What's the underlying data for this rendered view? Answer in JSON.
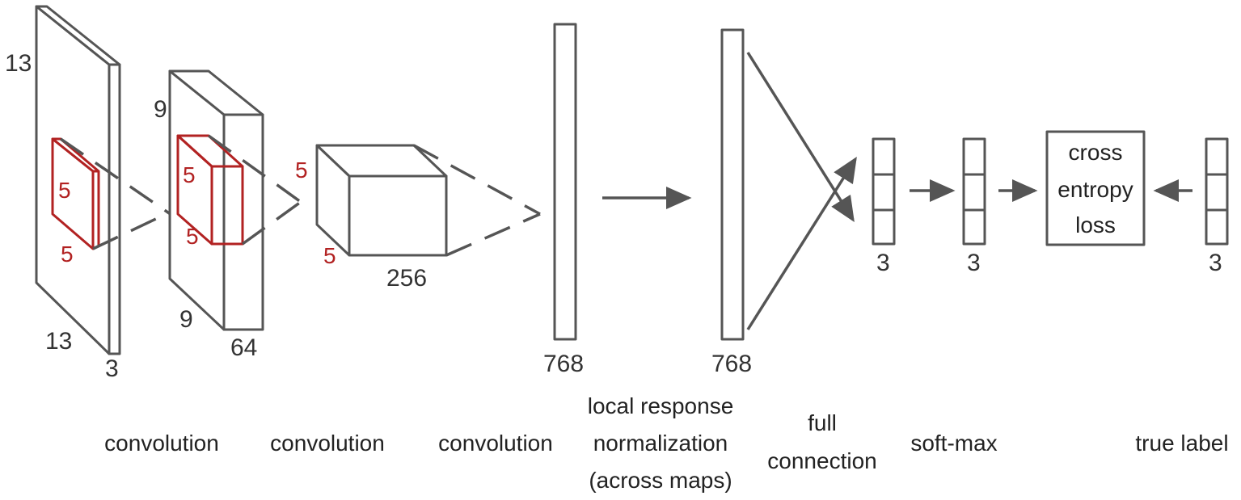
{
  "colors": {
    "stroke": "#555555",
    "kernel": "#b22222",
    "text": "#222222",
    "background": "#ffffff"
  },
  "layer1": {
    "height": "13",
    "width": "13",
    "depth": "3",
    "kernel_h": "5",
    "kernel_w": "5"
  },
  "layer2": {
    "height": "9",
    "width": "9",
    "depth": "64",
    "kernel_h": "5",
    "kernel_w": "5"
  },
  "layer3": {
    "kernel_h": "5",
    "kernel_w": "5",
    "depth": "256"
  },
  "fc1": {
    "size": "768"
  },
  "fc2": {
    "size": "768"
  },
  "output": {
    "size": "3"
  },
  "softmax_vec": {
    "size": "3"
  },
  "label_vec": {
    "size": "3"
  },
  "loss_box": {
    "line1": "cross",
    "line2": "entropy",
    "line3": "loss"
  },
  "captions": {
    "conv1": "convolution",
    "conv2": "convolution",
    "conv3": "convolution",
    "lrn_line1": "local response",
    "lrn_line2": "normalization",
    "lrn_line3": "(across maps)",
    "fc_line1": "full",
    "fc_line2": "connection",
    "softmax": "soft-max",
    "true_label": "true label"
  }
}
